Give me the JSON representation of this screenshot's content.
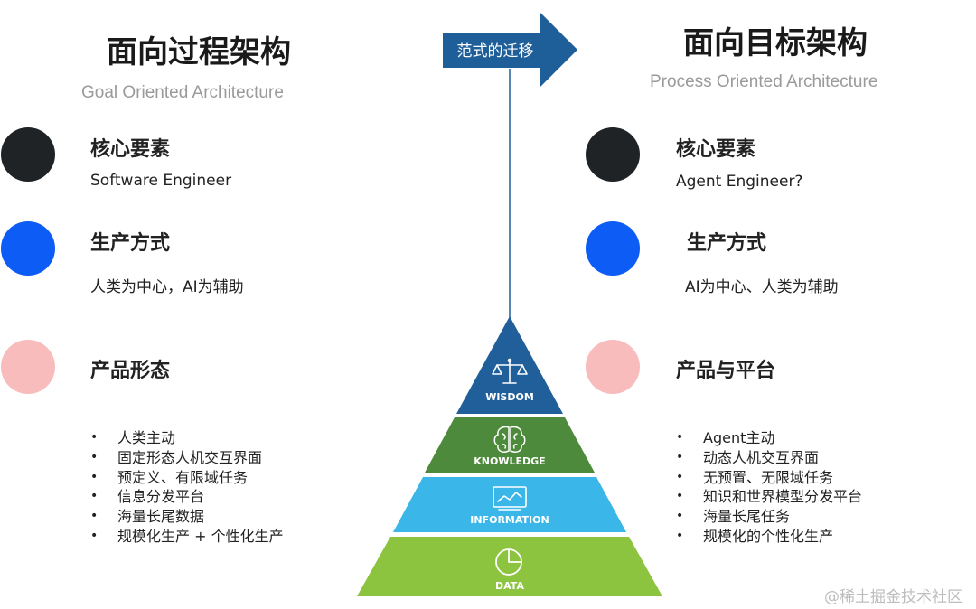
{
  "left": {
    "title": "面向过程架构",
    "subtitle": "Goal Oriented Architecture",
    "core": {
      "heading": "核心要素",
      "text": "Software Engineer"
    },
    "production": {
      "heading": "生产方式",
      "text": "人类为中心，AI为辅助"
    },
    "product": {
      "heading": "产品形态",
      "bullets": [
        "人类主动",
        "固定形态人机交互界面",
        "预定义、有限域任务",
        "信息分发平台",
        "海量长尾数据",
        "规模化生产 + 个性化生产"
      ]
    }
  },
  "right": {
    "title": "面向目标架构",
    "subtitle": "Process Oriented Architecture",
    "core": {
      "heading": "核心要素",
      "text": "Agent Engineer?"
    },
    "production": {
      "heading": "生产方式",
      "text": "AI为中心、人类为辅助"
    },
    "product": {
      "heading": "产品与平台",
      "bullets": [
        "Agent主动",
        "动态人机交互界面",
        "无预置、无限域任务",
        "知识和世界模型分发平台",
        "海量长尾任务",
        "规模化的个性化生产"
      ]
    }
  },
  "arrow": {
    "label": "范式的迁移"
  },
  "pyramid": {
    "levels": [
      {
        "label": "WISDOM",
        "icon": "scales-icon",
        "color": "#215f9a"
      },
      {
        "label": "KNOWLEDGE",
        "icon": "brain-icon",
        "color": "#4d8a3b"
      },
      {
        "label": "INFORMATION",
        "icon": "monitor-chart-icon",
        "color": "#3bb6e8"
      },
      {
        "label": "DATA",
        "icon": "pie-chart-icon",
        "color": "#8cc43f"
      }
    ]
  },
  "colors": {
    "core_dot": "#1f2326",
    "production_dot": "#0c5cf5",
    "product_dot": "#f8bcbc",
    "arrow": "#1f5f99",
    "connector_line": "#215f9a"
  },
  "watermark": "@稀土掘金技术社区"
}
